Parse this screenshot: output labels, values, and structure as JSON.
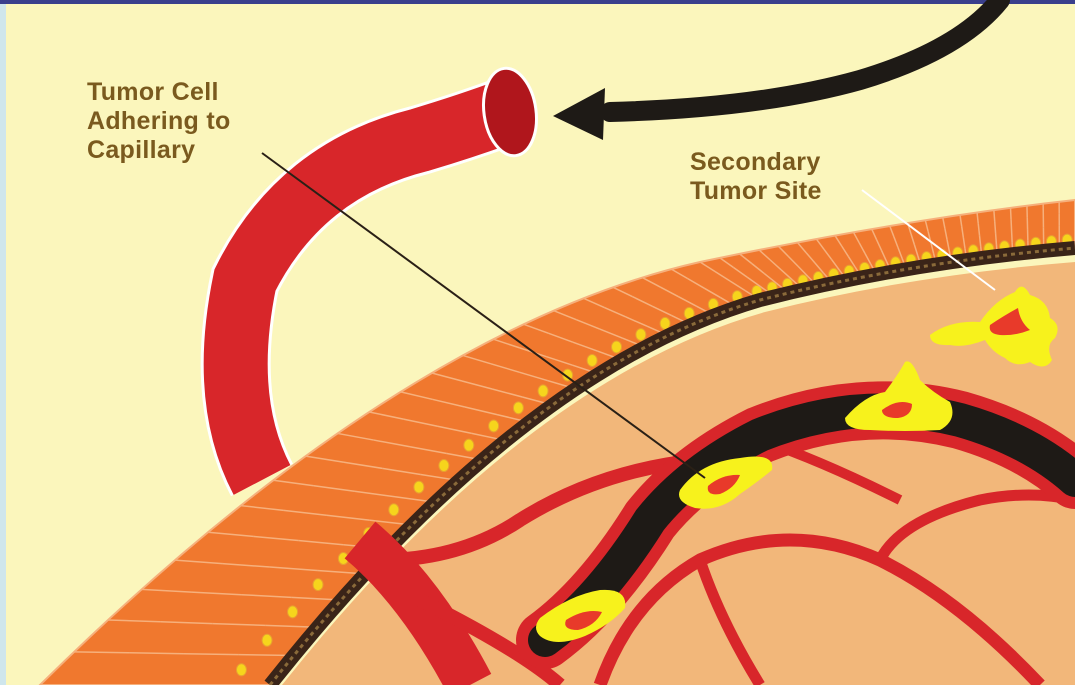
{
  "labels": {
    "tumor_cell": [
      "Tumor Cell",
      "Adhering to",
      "Capillary"
    ],
    "secondary_site": [
      "Secondary",
      "Tumor Site"
    ]
  },
  "colors": {
    "background": "#fbf6bc",
    "frame": "#cfe6ec",
    "top_border": "#3a3f8c",
    "label_text": "#7a5a1e",
    "arrow": "#1e1a16",
    "vessel_red": "#d8262a",
    "vessel_dark": "#b0161c",
    "tissue": "#f2b77a",
    "cell_fill": "#f0782e",
    "cell_outline": "#f6b07c",
    "nucleus": "#f6d51c",
    "basement_membrane": "#3a2418",
    "tumor_yellow": "#f7f21c",
    "tumor_core": "#e83a2a"
  }
}
